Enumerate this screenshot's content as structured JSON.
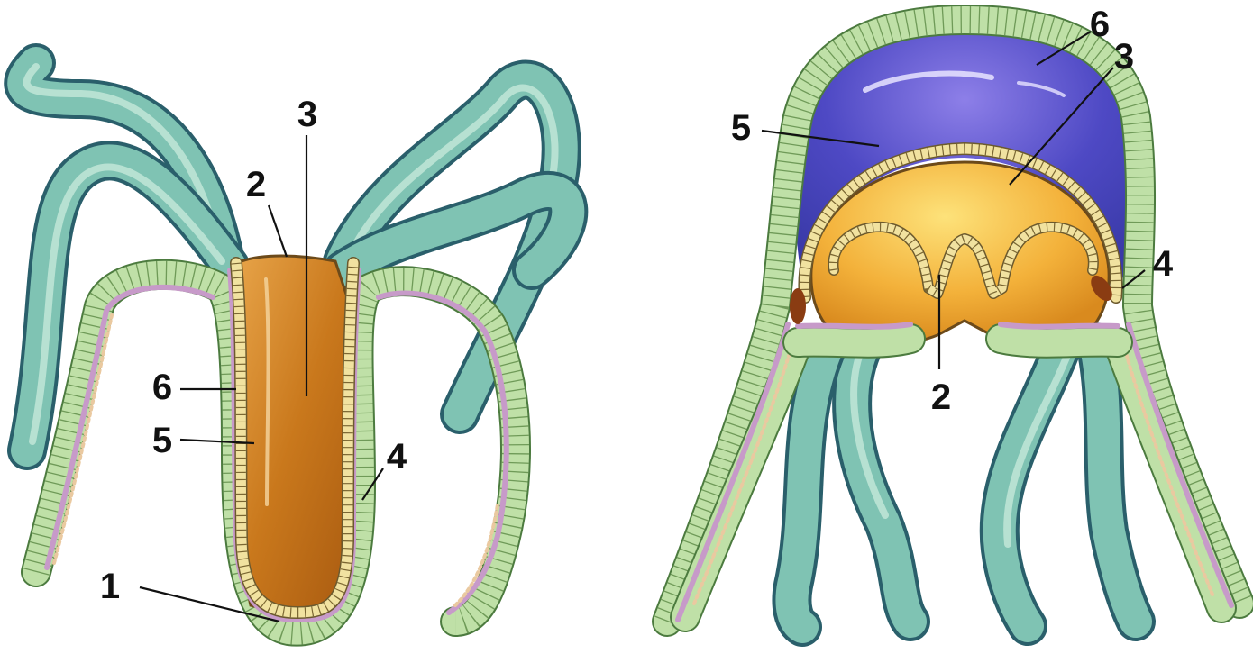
{
  "left_figure": {
    "labels": {
      "l1": "1",
      "l2": "2",
      "l3": "3",
      "l4": "4",
      "l5": "5",
      "l6": "6"
    }
  },
  "right_figure": {
    "labels": {
      "l2": "2",
      "l3": "3",
      "l4": "4",
      "l5": "5",
      "l6": "6"
    }
  },
  "colors": {
    "ectoderm": "#bfe0a7",
    "mesoglea": "#c79ac9",
    "endoderm": "#f1e2a0",
    "gastral_cavity_hydra": "#c8761a",
    "gastral_cavity_medusa": "#f0a92a",
    "bell_jelly": "#5a55c8",
    "tentacle": "#7fc3b3"
  }
}
